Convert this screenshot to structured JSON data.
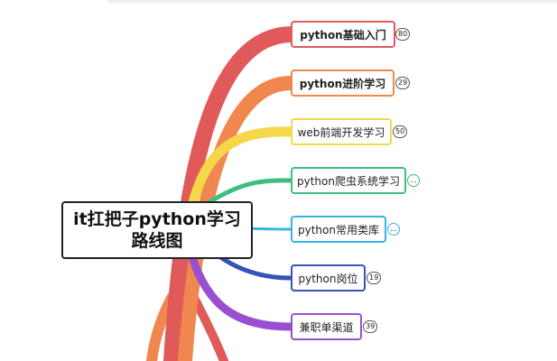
{
  "root": {
    "line1": "it扛把子python学习",
    "line2": "路线图"
  },
  "branches": [
    {
      "label": "python基础入门",
      "badge": "80",
      "color": "#e05a5a",
      "bold": true
    },
    {
      "label": "python进阶学习",
      "badge": "29",
      "color": "#f0874f",
      "bold": true
    },
    {
      "label": "web前端开发学习",
      "badge": "50",
      "color": "#f5d74a",
      "bold": false
    },
    {
      "label": "python爬虫系统学习",
      "badge": "...",
      "color": "#3dbf7f",
      "bold": false
    },
    {
      "label": "python常用类库",
      "badge": "...",
      "color": "#35b4e8",
      "bold": false
    },
    {
      "label": "python岗位",
      "badge": "19",
      "color": "#3553b8",
      "bold": false
    },
    {
      "label": "兼职单渠道",
      "badge": "39",
      "color": "#9a4fd0",
      "bold": false
    }
  ]
}
